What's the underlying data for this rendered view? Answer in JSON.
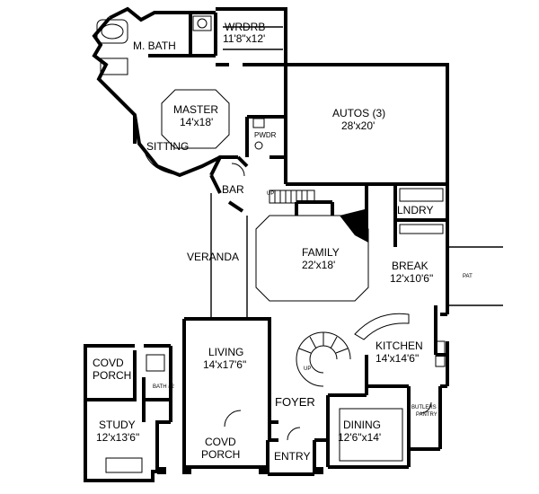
{
  "rooms": {
    "m_bath": {
      "name": "M. BATH"
    },
    "wardrobe": {
      "name": "WRDRB",
      "dims": "11'8\"x12'"
    },
    "master": {
      "name": "MASTER",
      "dims": "14'x18'"
    },
    "sitting": {
      "name": "SITTING"
    },
    "powder": {
      "name": "PWDR"
    },
    "autos": {
      "name": "AUTOS (3)",
      "dims": "28'x20'"
    },
    "bar": {
      "name": "BAR"
    },
    "laundry": {
      "name": "LNDRY"
    },
    "veranda": {
      "name": "VERANDA"
    },
    "family": {
      "name": "FAMILY",
      "dims": "22'x18'"
    },
    "break": {
      "name": "BREAK",
      "dims": "12'x10'6\""
    },
    "patio": {
      "name": "PAT"
    },
    "covd_porch_side": {
      "name_line1": "COVD",
      "name_line2": "PORCH"
    },
    "living": {
      "name": "LIVING",
      "dims": "14'x17'6\""
    },
    "kitchen": {
      "name": "KITCHEN",
      "dims": "14'x14'6\""
    },
    "bath2": {
      "name": "BATH #2"
    },
    "foyer": {
      "name": "FOYER"
    },
    "butlers_pantry": {
      "name_line1": "BUTLERS",
      "name_line2": "PANTRY"
    },
    "study": {
      "name": "STUDY",
      "dims": "12'x13'6\""
    },
    "dining": {
      "name": "DINING",
      "dims": "12'6\"x14'"
    },
    "covd_porch_front": {
      "name_line1": "COVD",
      "name_line2": "PORCH"
    },
    "entry": {
      "name": "ENTRY"
    }
  },
  "annotations": {
    "stair_up_upper": "UP",
    "stair_up_foyer": "UP"
  }
}
